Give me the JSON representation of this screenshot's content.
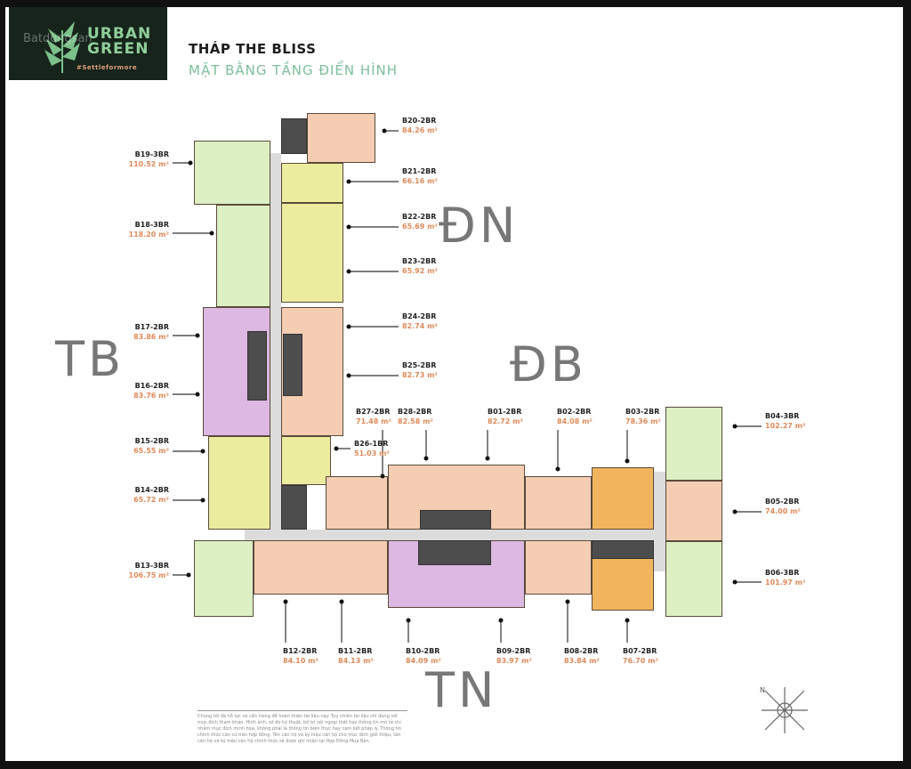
{
  "logo": {
    "brand_line1": "URBAN",
    "brand_line2": "GREEN",
    "tagline": "#Settleformore",
    "watermark": "Batdongsan"
  },
  "header": {
    "title": "THÁP THE BLISS",
    "subtitle": "MẶT BẰNG TẦNG ĐIỂN HÌNH"
  },
  "units": [
    {
      "id": "B20",
      "name": "B20-2BR",
      "area": "84.26 m²"
    },
    {
      "id": "B19",
      "name": "B19-3BR",
      "area": "110.52 m²"
    },
    {
      "id": "B21",
      "name": "B21-2BR",
      "area": "66.16 m²"
    },
    {
      "id": "B18",
      "name": "B18-3BR",
      "area": "118.20 m²"
    },
    {
      "id": "B22",
      "name": "B22-2BR",
      "area": "65.69 m²"
    },
    {
      "id": "B23",
      "name": "B23-2BR",
      "area": "65.92 m²"
    },
    {
      "id": "B24",
      "name": "B24-2BR",
      "area": "82.74 m²"
    },
    {
      "id": "B17",
      "name": "B17-2BR",
      "area": "83.86 m²"
    },
    {
      "id": "B25",
      "name": "B25-2BR",
      "area": "82.73 m²"
    },
    {
      "id": "B16",
      "name": "B16-2BR",
      "area": "83.76 m²"
    },
    {
      "id": "B27",
      "name": "B27-2BR",
      "area": "71.48 m²"
    },
    {
      "id": "B28",
      "name": "B28-2BR",
      "area": "82.58 m²"
    },
    {
      "id": "B01",
      "name": "B01-2BR",
      "area": "82.72 m²"
    },
    {
      "id": "B02",
      "name": "B02-2BR",
      "area": "84.08 m²"
    },
    {
      "id": "B03",
      "name": "B03-2BR",
      "area": "78.36 m²"
    },
    {
      "id": "B04",
      "name": "B04-3BR",
      "area": "102.27 m²"
    },
    {
      "id": "B26",
      "name": "B26-1BR",
      "area": "51.03 m²"
    },
    {
      "id": "B15",
      "name": "B15-2BR",
      "area": "65.55 m²"
    },
    {
      "id": "B05",
      "name": "B05-2BR",
      "area": "74.00 m²"
    },
    {
      "id": "B14",
      "name": "B14-2BR",
      "area": "65.72 m²"
    },
    {
      "id": "B13",
      "name": "B13-3BR",
      "area": "106.75 m²"
    },
    {
      "id": "B06",
      "name": "B06-3BR",
      "area": "101.97 m²"
    },
    {
      "id": "B12",
      "name": "B12-2BR",
      "area": "84.10 m²"
    },
    {
      "id": "B11",
      "name": "B11-2BR",
      "area": "84.13 m²"
    },
    {
      "id": "B10",
      "name": "B10-2BR",
      "area": "84.09 m²"
    },
    {
      "id": "B09",
      "name": "B09-2BR",
      "area": "83.97 m²"
    },
    {
      "id": "B08",
      "name": "B08-2BR",
      "area": "83.84 m²"
    },
    {
      "id": "B07",
      "name": "B07-2BR",
      "area": "76.70 m²"
    }
  ],
  "directions": {
    "dn": "ĐN",
    "tb": "TB",
    "db": "ĐB",
    "tn": "TN"
  },
  "compass": {
    "north": "N"
  },
  "colors": {
    "peach": "#f4cdb3",
    "yellow": "#ecec9e",
    "green": "#dcf0c4",
    "purple": "#dcb8e2",
    "orange": "#f2b55e",
    "core": "#4d4d4d",
    "title_accent": "#7dbf9c",
    "area_text": "#e08a5a"
  },
  "disclaimer": "Chúng tôi đã nỗ lực và cẩn trọng để hoàn thiện tài liệu này. Tuy nhiên tài liệu chỉ dùng với mục đích tham khảo. Hình ảnh, số đo kỹ thuật, bố trí nội ngoại thất hay thông tin mô tả chỉ nhằm mục đích minh họa, không phải là thông tin biện thực hay cam kết pháp lý. Thông tin chính thức căn cứ trên hợp đồng. Tên căn hộ và ký hiệu căn hộ cho mục đích giới thiệu, tên căn hộ và ký hiệu căn hộ chính thức sẽ được ghi nhận tại Hợp Đồng Mua Bán."
}
